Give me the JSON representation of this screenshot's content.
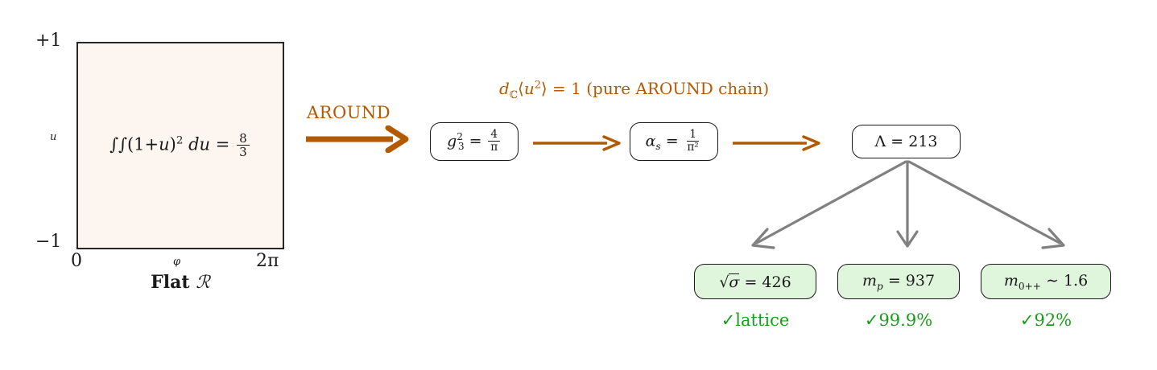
{
  "panel": {
    "formula": "∫(1+u)² du = 8/3",
    "integrand_open": "∫(1+",
    "integrand_var": "u",
    "integrand_close": ")",
    "integrand_pow": "2",
    "differential": "du",
    "equals": "=",
    "frac_num": "8",
    "frac_den": "3",
    "caption_prefix": "Flat",
    "caption_symbol": "ℛ",
    "tick_top": "+1",
    "tick_bottom": "−1",
    "tick_left": "0",
    "tick_right": "2π",
    "axis_y_label": "u",
    "axis_x_label": "φ",
    "fill_color": "#fdf5f0",
    "border_color": "#262626"
  },
  "transition": {
    "label": "AROUND",
    "color": "#b35900"
  },
  "annotation": {
    "lead_d": "d",
    "lead_sub": "ℂ",
    "bracket_open": "⟨",
    "bracket_var": "u",
    "bracket_pow": "2",
    "bracket_close": "⟩",
    "equals": "=",
    "value": "1",
    "note": "(pure AROUND chain)",
    "color": "#b35900"
  },
  "chain": {
    "arrow_color": "#b35900",
    "boxes": [
      {
        "id": "g3",
        "text": "g₃² = 4/π",
        "lhs_base": "g",
        "lhs_sub": "3",
        "lhs_sup": "2",
        "equals": "=",
        "frac_num": "4",
        "frac_den": "π"
      },
      {
        "id": "as",
        "text": "αs = 1/π²",
        "lhs_base": "α",
        "lhs_sub": "s",
        "equals": "=",
        "frac_num": "1",
        "frac_den": "π²"
      },
      {
        "id": "lambda",
        "text": "Λ = 213",
        "lhs_base": "Λ",
        "equals": "=",
        "value": "213"
      }
    ]
  },
  "results": {
    "fill_color": "#dff5dc",
    "check_color": "#1a9c1a",
    "arrow_color": "#808080",
    "items": [
      {
        "box_text": "√σ = 426",
        "symbol": "σ",
        "equals": "=",
        "value": "426",
        "check": "✓lattice"
      },
      {
        "box_text": "mp = 937",
        "symbol_base": "m",
        "symbol_sub": "p",
        "equals": "=",
        "value": "937",
        "check": "✓99.9%"
      },
      {
        "box_text": "m0++ ∼ 1.6",
        "symbol_base": "m",
        "symbol_sub": "0++",
        "equals": "∼",
        "value": "1.6",
        "check": "✓92%"
      }
    ]
  }
}
